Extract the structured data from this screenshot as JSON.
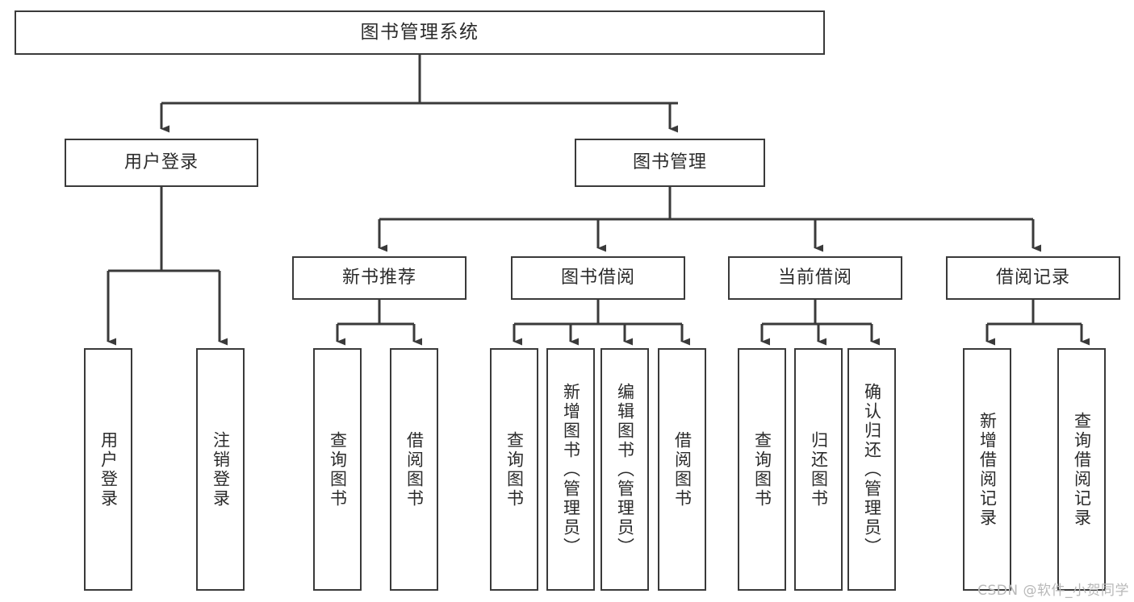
{
  "diagram": {
    "title": "图书管理系统",
    "type": "tree",
    "orientation": "top-down",
    "edge_color": "#3a3a3a",
    "node_border_color": "#3a3a3a",
    "node_fill_color": "#ffffff",
    "text_color": "#2b2b2b",
    "watermark": "CSDN @软件_小贺同学",
    "nodes": {
      "root": {
        "label": "图书管理系统"
      },
      "level2": [
        {
          "id": "user-login",
          "label": "用户登录"
        },
        {
          "id": "book-manage",
          "label": "图书管理"
        }
      ],
      "level3": [
        {
          "id": "new-book-rec",
          "label": "新书推荐"
        },
        {
          "id": "book-borrow",
          "label": "图书借阅"
        },
        {
          "id": "current-borrow",
          "label": "当前借阅"
        },
        {
          "id": "borrow-record",
          "label": "借阅记录"
        }
      ],
      "leaves": {
        "user-login": [
          {
            "id": "leaf-user-login",
            "label": "用户登录"
          },
          {
            "id": "leaf-logout",
            "label": "注销登录"
          }
        ],
        "new-book-rec": [
          {
            "id": "leaf-query-book-1",
            "label": "查询图书"
          },
          {
            "id": "leaf-borrow-book-1",
            "label": "借阅图书"
          }
        ],
        "book-borrow": [
          {
            "id": "leaf-query-book-2",
            "label": "查询图书"
          },
          {
            "id": "leaf-add-book",
            "label": "新增图书（管理员）"
          },
          {
            "id": "leaf-edit-book",
            "label": "编辑图书（管理员）"
          },
          {
            "id": "leaf-borrow-book-2",
            "label": "借阅图书"
          }
        ],
        "current-borrow": [
          {
            "id": "leaf-query-book-3",
            "label": "查询图书"
          },
          {
            "id": "leaf-return-book",
            "label": "归还图书"
          },
          {
            "id": "leaf-confirm-return",
            "label": "确认归还（管理员）"
          }
        ],
        "borrow-record": [
          {
            "id": "leaf-add-record",
            "label": "新增借阅记录"
          },
          {
            "id": "leaf-query-record",
            "label": "查询借阅记录"
          }
        ]
      }
    }
  }
}
